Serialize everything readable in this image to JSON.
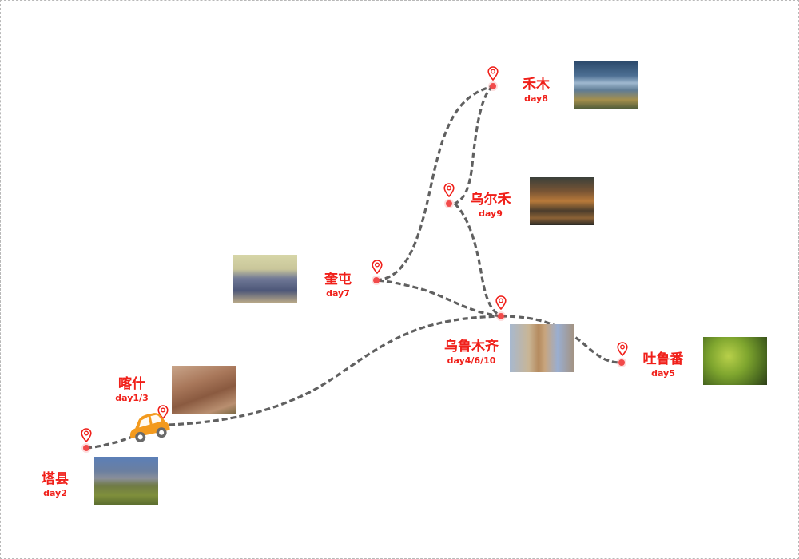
{
  "map": {
    "route_color": "#606060",
    "accent_color": "#f0201a",
    "stops": [
      {
        "id": "kashi",
        "name": "喀什",
        "day": "day1/3",
        "photo": "old-town-houses"
      },
      {
        "id": "taxian",
        "name": "塔县",
        "day": "day2",
        "photo": "mountain-road"
      },
      {
        "id": "urumqi",
        "name": "乌鲁木齐",
        "day": "day4/6/10",
        "photo": "city-tower"
      },
      {
        "id": "turpan",
        "name": "吐鲁番",
        "day": "day5",
        "photo": "grape-vines"
      },
      {
        "id": "kuitun",
        "name": "奎屯",
        "day": "day7",
        "photo": "canyon"
      },
      {
        "id": "hemu",
        "name": "禾木",
        "day": "day8",
        "photo": "village-valley"
      },
      {
        "id": "wuerhe",
        "name": "乌尔禾",
        "day": "day9",
        "photo": "yardang-landforms"
      }
    ],
    "icons": {
      "pin": "map-pin-icon",
      "vehicle": "car-icon"
    }
  }
}
